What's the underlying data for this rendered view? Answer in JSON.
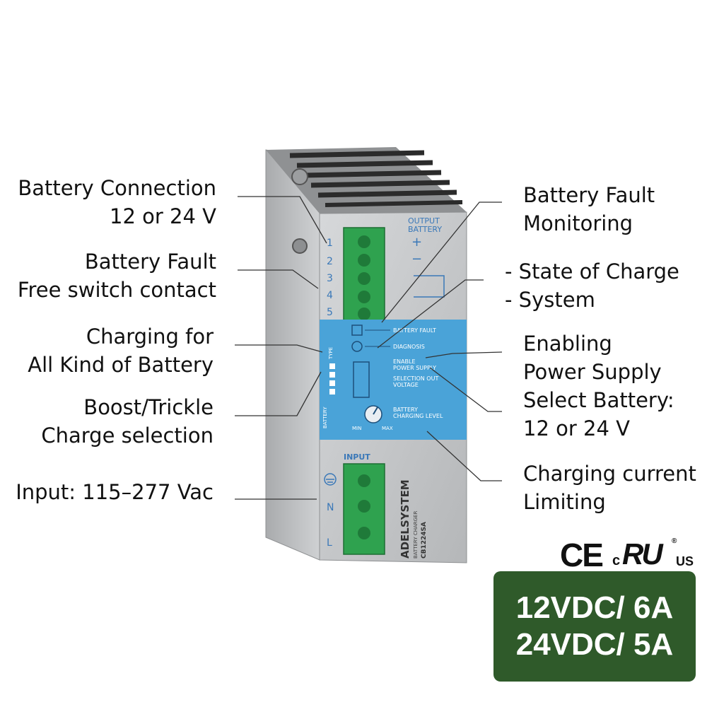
{
  "labels_left": [
    {
      "lines": [
        "Battery Connection",
        "12 or 24 V"
      ]
    },
    {
      "lines": [
        "Battery Fault",
        "Free switch contact"
      ]
    },
    {
      "lines": [
        "Charging for",
        "All Kind of Battery"
      ]
    },
    {
      "lines": [
        "Boost/Trickle",
        "Charge selection"
      ]
    },
    {
      "lines": [
        "Input: 115–277 Vac"
      ]
    }
  ],
  "labels_right": [
    {
      "lines": [
        "Battery Fault",
        "Monitoring"
      ]
    },
    {
      "lines": [
        "-  State of Charge",
        "-  System"
      ]
    },
    {
      "lines": [
        "Enabling",
        "Power Supply",
        "Select Battery:",
        "12 or 24 V"
      ]
    },
    {
      "lines": [
        "Charging current",
        "Limiting"
      ]
    }
  ],
  "device": {
    "output_label_1": "OUTPUT",
    "output_label_2": "BATTERY",
    "pin_numbers": [
      "1",
      "2",
      "3",
      "4",
      "5"
    ],
    "panel_text": {
      "battery_fault": "BATTERY FAULT",
      "diagnosis": "DIAGNOSIS",
      "enable_1": "ENABLE",
      "enable_2": "POWER SUPPLY",
      "selection_1": "SELECTION OUT",
      "selection_2": "VOLTAGE",
      "charging_1": "BATTERY",
      "charging_2": "CHARGING LEVEL",
      "min": "MIN",
      "max": "MAX",
      "battery_type": "BATTERY",
      "type": "TYPE"
    },
    "input_label": "INPUT",
    "input_pins": [
      "N",
      "L"
    ],
    "brand": "ADELSYSTEM",
    "model": "CB1224SA",
    "sub_brand": "BATTERY CHARGER"
  },
  "certifications": {
    "ce": "CE",
    "c": "c",
    "ur": "RU",
    "us": "US",
    "reg": "®"
  },
  "spec_badge": {
    "line1": "12VDC/ 6A",
    "line2": "24VDC/ 5A",
    "color": "#2f5a2a"
  },
  "colors": {
    "panel_blue": "#4aa3d8",
    "terminal_green": "#2fa24f",
    "housing_grey": "#b7b9bb"
  }
}
